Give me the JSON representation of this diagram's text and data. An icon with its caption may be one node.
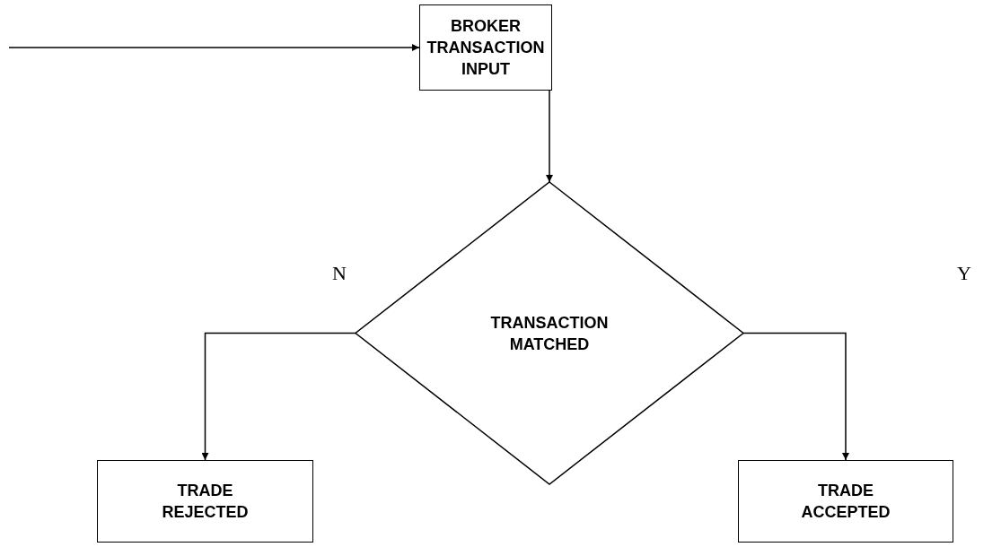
{
  "diagram": {
    "nodes": [
      {
        "text": [
          "BROKER TRANSACTION INPUT"
        ]
      },
      {
        "text": [
          "TRANSACTION MATCHED"
        ]
      },
      {
        "text": [
          "TRADE REJECTED"
        ]
      },
      {
        "text": [
          "TRADE ACCEPTED"
        ]
      }
    ],
    "edges": [
      {
        "from": null,
        "to": 0,
        "arrow": "to"
      },
      {
        "from": 0,
        "to": 1,
        "arrow": "to"
      },
      {
        "from": 1,
        "to": 2,
        "arrow": "to"
      },
      {
        "from": 1,
        "to": 3,
        "arrow": "to"
      }
    ],
    "labels": [
      "N",
      "Y"
    ]
  }
}
